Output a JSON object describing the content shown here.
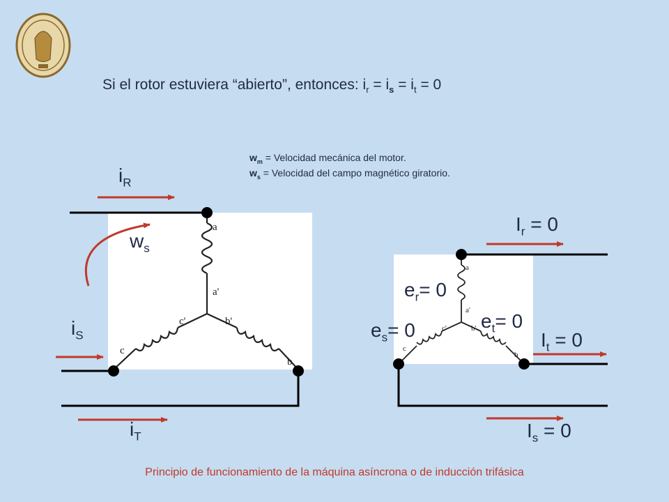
{
  "title": {
    "text": "Si el rotor estuviera “abierto”, entonces: i",
    "s1": "r",
    "eq1": " = i",
    "s2": "s",
    "eq2": " = i",
    "s3": "t",
    "eq3": " = 0"
  },
  "definitions": {
    "wm_var": "w",
    "wm_sub": "m",
    "wm_text": " = Velocidad mecánica del motor.",
    "ws_var": "w",
    "ws_sub": "s",
    "ws_text": " = Velocidad del campo magnético giratorio."
  },
  "stator": {
    "winding_labels": [
      "a",
      "a'",
      "b",
      "b'",
      "c",
      "c'"
    ],
    "iR": {
      "var": "i",
      "sub": "R"
    },
    "iS": {
      "var": "i",
      "sub": "S"
    },
    "iT": {
      "var": "i",
      "sub": "T"
    },
    "ws": {
      "var": "w",
      "sub": "s"
    }
  },
  "rotor": {
    "Ir": {
      "var": "I",
      "sub": "r",
      "val": " = 0"
    },
    "It": {
      "var": "I",
      "sub": "t",
      "val": " = 0"
    },
    "Is": {
      "var": "I",
      "sub": "s",
      "val": " = 0"
    },
    "er": {
      "var": "e",
      "sub": "r",
      "val": "= 0"
    },
    "es": {
      "var": "e",
      "sub": "s",
      "val": "= 0"
    },
    "et": {
      "var": "e",
      "sub": "t",
      "val": "= 0"
    }
  },
  "footer": "Principio de funcionamiento de la máquina asíncrona o de inducción trifásica",
  "colors": {
    "background": "#c6dcf1",
    "arrow": "#c0392b",
    "wire": "#000000",
    "panel": "#ffffff"
  }
}
